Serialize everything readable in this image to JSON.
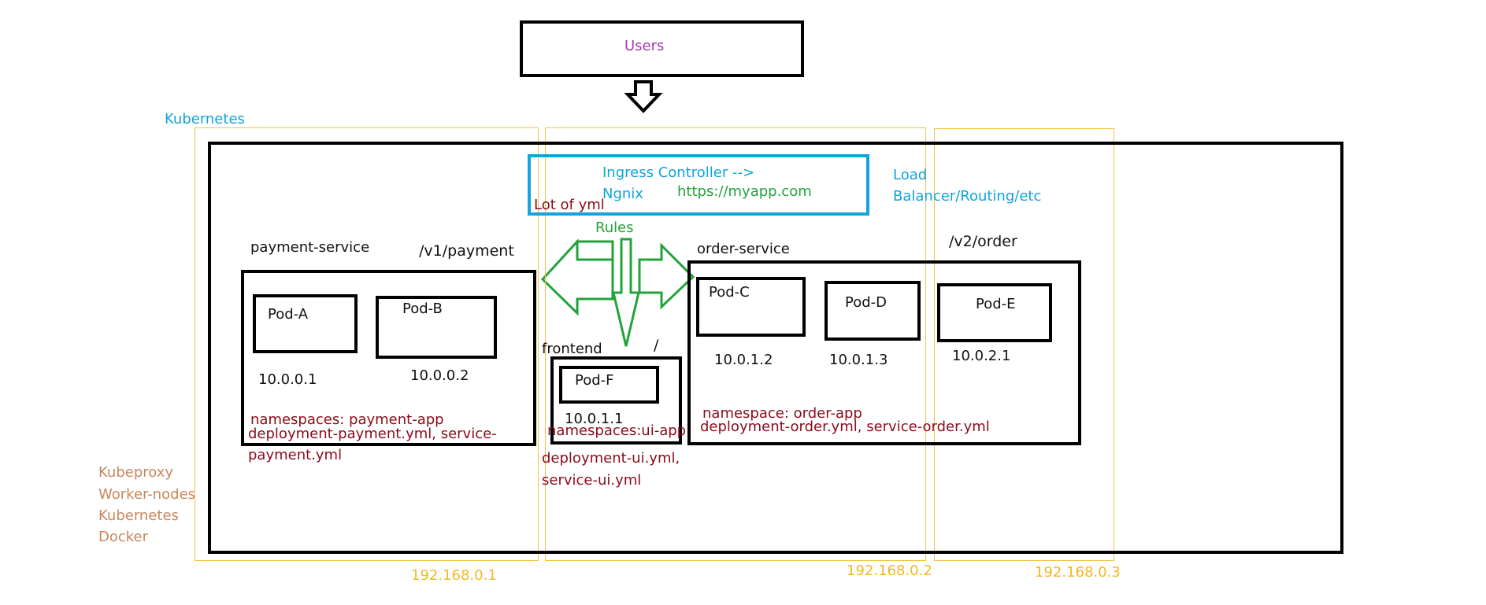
{
  "users": {
    "label": "Users"
  },
  "cluster_label": "Kubernetes",
  "ingress": {
    "line1": "Ingress Controller -->",
    "line2": "Ngnix",
    "url": "https://myapp.com",
    "side_note_1": "Load",
    "side_note_2": "Balancer/Routing/etc",
    "yml_note": "Lot of yml",
    "rules": "Rules"
  },
  "payment": {
    "service": "payment-service",
    "path": "/v1/payment",
    "pods": [
      {
        "name": "Pod-A",
        "ip": "10.0.0.1"
      },
      {
        "name": "Pod-B",
        "ip": "10.0.0.2"
      }
    ],
    "namespace": "namespaces: payment-app",
    "files_1": "deployment-payment.yml, service-",
    "files_2": "payment.yml"
  },
  "frontend": {
    "service": "frontend",
    "path": "/",
    "pod": {
      "name": "Pod-F",
      "ip": "10.0.1.1"
    },
    "namespace": "namespaces:ui-app",
    "files_1": "deployment-ui.yml,",
    "files_2": "service-ui.yml"
  },
  "order": {
    "service": "order-service",
    "path": "/v2/order",
    "pods": [
      {
        "name": "Pod-C",
        "ip": "10.0.1.2"
      },
      {
        "name": "Pod-D",
        "ip": "10.0.1.3"
      },
      {
        "name": "Pod-E",
        "ip": "10.0.2.1"
      }
    ],
    "namespace": "namespace: order-app",
    "files": "deployment-order.yml, service-order.yml"
  },
  "node_components": [
    "Kubeproxy",
    "Worker-nodes",
    "Kubernetes",
    "Docker"
  ],
  "node_ips": [
    "192.168.0.1",
    "192.168.0.2",
    "192.168.0.3"
  ],
  "colors": {
    "cluster_label": "#0ea5d8",
    "ingress_border": "#16a3dc",
    "rules_arrows": "#22a33a",
    "annotations": "#8b0a1a",
    "node_list": "#c8875a",
    "node_ip": "#f2b824",
    "users_text": "#a63bb5"
  }
}
